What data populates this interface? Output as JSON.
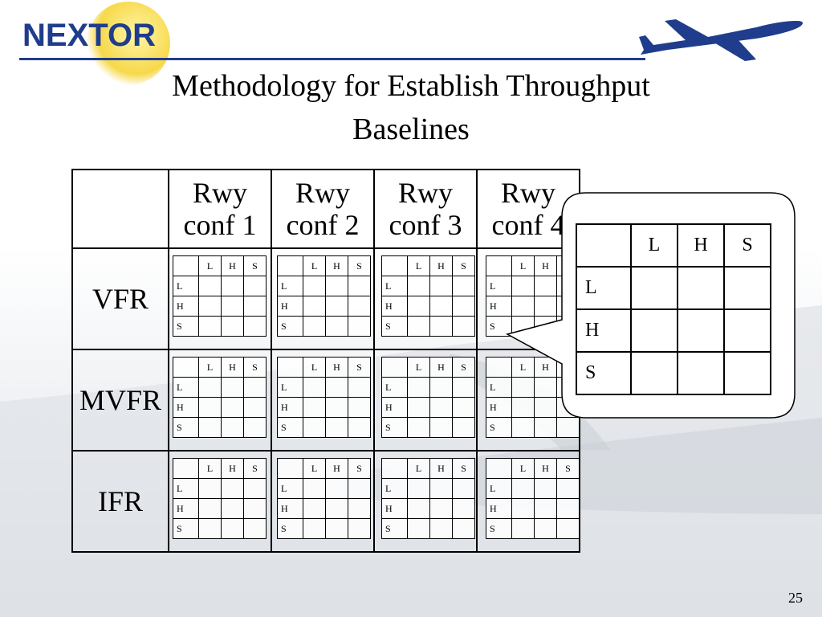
{
  "logo": {
    "text": "NEXTOR"
  },
  "title": {
    "line1": "Methodology for Establish Throughput",
    "line2": "Baselines"
  },
  "table": {
    "columns": [
      {
        "line1": "Rwy",
        "line2": "conf 1"
      },
      {
        "line1": "Rwy",
        "line2": "conf 2"
      },
      {
        "line1": "Rwy",
        "line2": "conf 3"
      },
      {
        "line1": "Rwy",
        "line2": "conf 4"
      }
    ],
    "rows": [
      "VFR",
      "MVFR",
      "IFR"
    ]
  },
  "mini_matrix": {
    "headers": [
      "L",
      "H",
      "S"
    ],
    "row_labels": [
      "L",
      "H",
      "S"
    ]
  },
  "callout_matrix": {
    "headers": [
      "L",
      "H",
      "S"
    ],
    "row_labels": [
      "L",
      "H",
      "S"
    ]
  },
  "colors": {
    "logo": "#1f3d8c",
    "sun": "#f7d84a",
    "rule": "#1f3d8c"
  },
  "page_number": "25"
}
